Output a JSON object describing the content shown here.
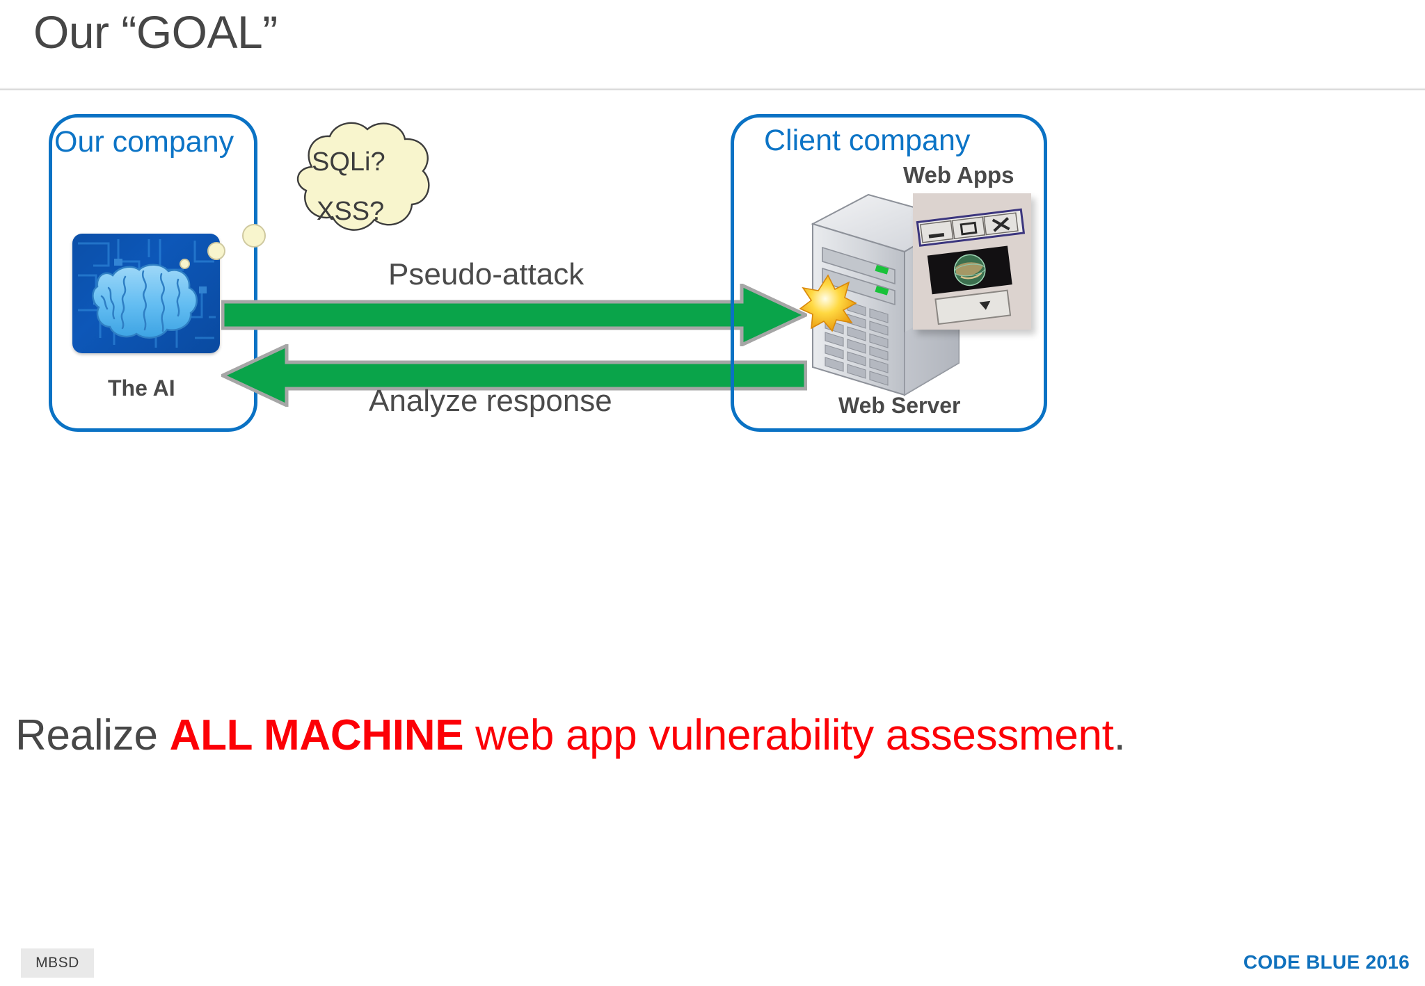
{
  "slide": {
    "title": "Our “GOAL”"
  },
  "diagram": {
    "left_box": {
      "label": "Our company",
      "figure_caption": "The AI",
      "figure_icon": "ai-brain-chip-icon"
    },
    "right_box": {
      "label": "Client company",
      "server_caption": "Web Server",
      "apps_caption": "Web Apps",
      "server_icon": "server-tower-icon",
      "apps_icon": "web-app-window-thumbnail",
      "impact_icon": "starburst-impact-icon"
    },
    "thought_cloud": {
      "icon": "thought-cloud-icon",
      "lines": [
        "SQLi?",
        "XSS?"
      ]
    },
    "arrows": [
      {
        "id": "pseudo-attack",
        "label": "Pseudo-attack",
        "direction": "right"
      },
      {
        "id": "analyze-response",
        "label": "Analyze response",
        "direction": "left"
      }
    ]
  },
  "statement": {
    "lead": "Realize ",
    "emphasis": "ALL MACHINE",
    "tail": " web app vulnerability assessment",
    "period": "."
  },
  "footer": {
    "logo": "MBSD",
    "conference": "CODE BLUE 2016"
  },
  "colors": {
    "title": "#464646",
    "box_border": "#0a72c4",
    "box_label": "#0c74c6",
    "arrow_fill": "#0aa44a",
    "arrow_stroke": "#a6a6a6",
    "cloud_fill": "#f8f5cd",
    "cloud_stroke": "#3d3d3d",
    "emphasis_red": "#fc0006",
    "conference_blue": "#1071bd"
  }
}
